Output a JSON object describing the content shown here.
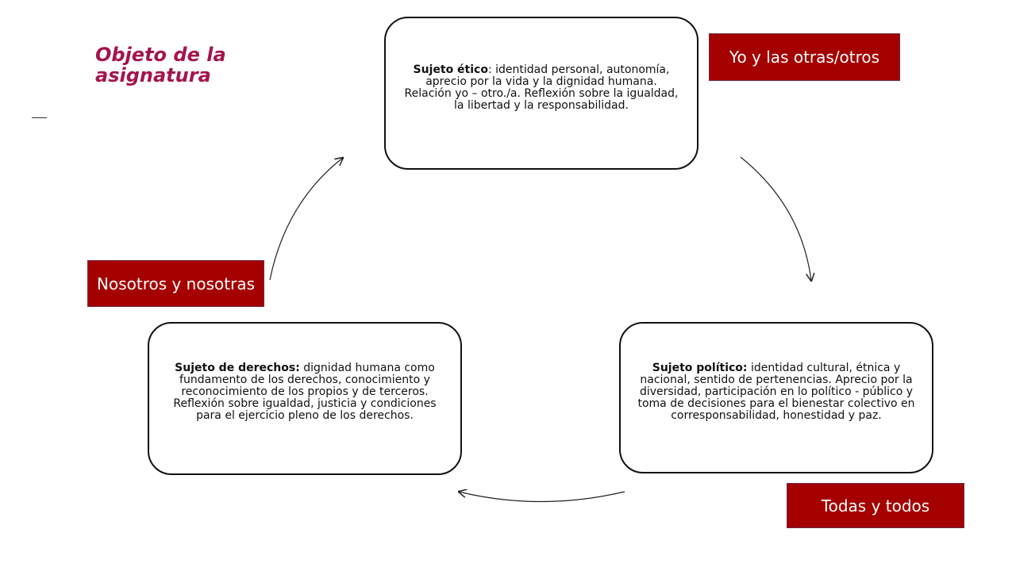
{
  "title": "Objeto de la asignatura",
  "colors": {
    "title": "#a3154a",
    "label_background": "#a50000",
    "label_text": "#ffffff",
    "box_border": "#111111"
  },
  "nodes": {
    "etico": {
      "heading": "Sujeto ético",
      "text": ": identidad personal, autonomía, aprecio por la vida y la dignidad humana. Relación yo – otro./a. Reflexión sobre la igualdad, la libertad y la responsabilidad."
    },
    "derechos": {
      "heading": "Sujeto de derechos:",
      "text": " dignidad humana como fundamento de los derechos, conocimiento y reconocimiento de los propios y de terceros. Reflexión sobre igualdad, justicia y condiciones para el ejercicio pleno de los derechos."
    },
    "politico": {
      "heading": "Sujeto político:",
      "text": " identidad cultural, étnica y nacional, sentido de pertenencias. Aprecio por la diversidad, participación en lo político  - público y toma de decisiones para el bienestar colectivo en corresponsabilidad, honestidad y paz."
    }
  },
  "labels": {
    "yo": "Yo y las otras/otros",
    "nosotros": "Nosotros y nosotras",
    "todas": "Todas y todos"
  }
}
